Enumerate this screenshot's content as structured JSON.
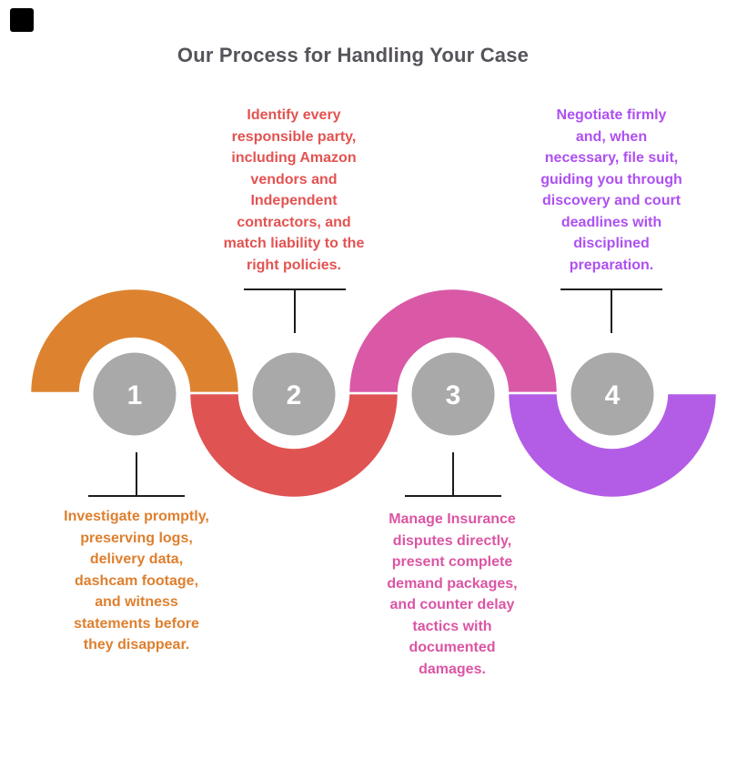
{
  "title": {
    "text": "Our Process for Handling Your Case",
    "color": "#56535A"
  },
  "colors": {
    "background": "#ffffff",
    "corner_square": "#000000",
    "circle_fill": "#A9A9A9",
    "circle_stroke": "#ffffff",
    "number_color": "#ffffff",
    "arc_outline": "#ffffff",
    "connector": "#1C1C1C"
  },
  "steps": [
    {
      "number": "1",
      "arc_color": "#DD8330",
      "text_color": "#DE7F2E",
      "text_position": "below",
      "lines": [
        "Investigate promptly,",
        "preserving logs,",
        "delivery data,",
        "dashcam footage,",
        "and witness",
        "statements before",
        "they disappear."
      ]
    },
    {
      "number": "2",
      "arc_color": "#E05353",
      "text_color": "#E25351",
      "text_position": "above",
      "lines": [
        "Identify every",
        "responsible party,",
        "including Amazon",
        "vendors and",
        "Independent",
        "contractors, and",
        "match liability to the",
        "right policies."
      ]
    },
    {
      "number": "3",
      "arc_color": "#D959A7",
      "text_color": "#DB55A4",
      "text_position": "below",
      "lines": [
        "Manage Insurance",
        "disputes directly,",
        "present complete",
        "demand packages,",
        "and counter delay",
        "tactics with",
        "documented",
        "damages."
      ]
    },
    {
      "number": "4",
      "arc_color": "#B35DE6",
      "text_color": "#AE50F1",
      "text_position": "above",
      "lines": [
        "Negotiate firmly",
        "and, when",
        "necessary, file suit,",
        "guiding you through",
        "discovery and court",
        "deadlines with",
        "disciplined",
        "preparation."
      ]
    }
  ]
}
